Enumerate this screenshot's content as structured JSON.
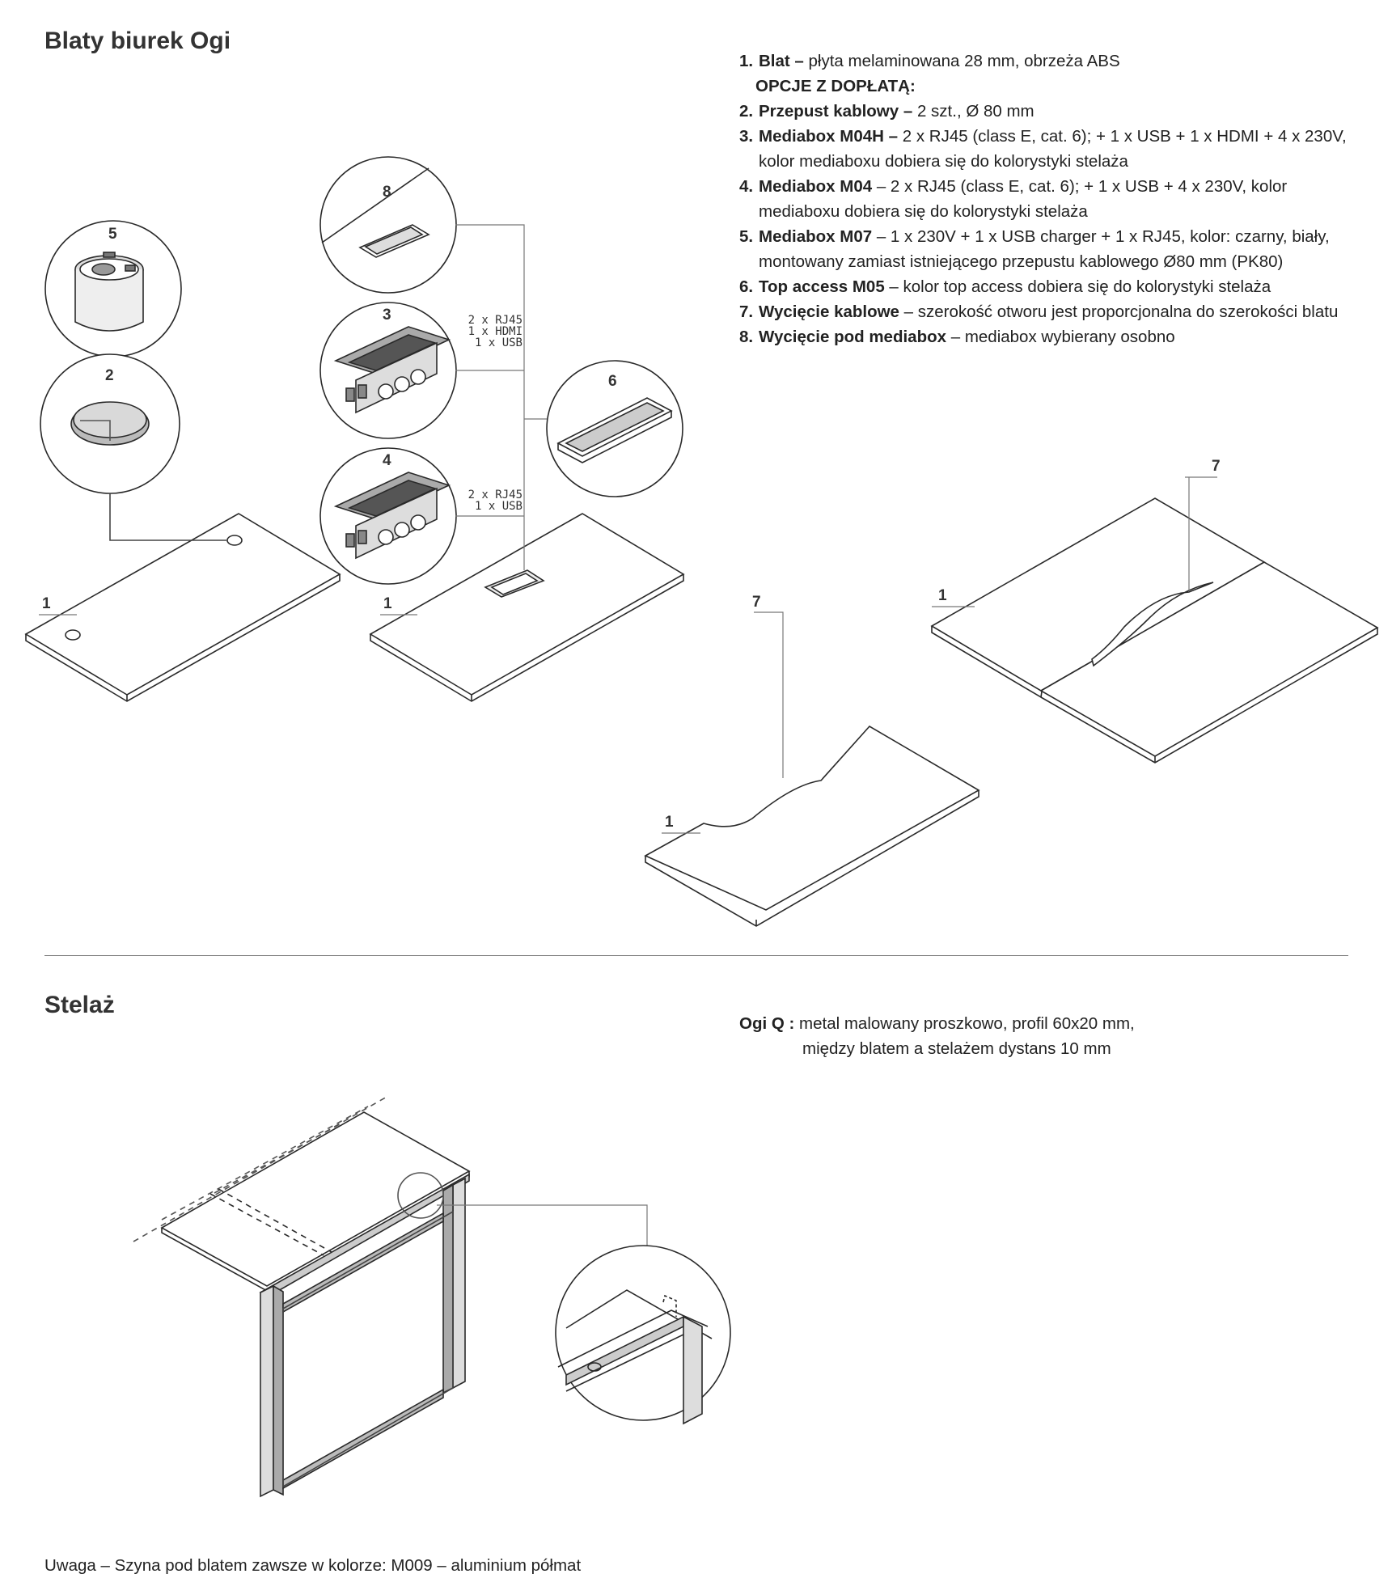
{
  "section1_title": "Blaty biurek Ogi",
  "specs": [
    {
      "num": "1.",
      "label": "Blat –",
      "text": " płyta melaminowana 28 mm, obrzeża ABS"
    },
    {
      "options": "OPCJE Z DOPŁATĄ:"
    },
    {
      "num": "2.",
      "label": "Przepust kablowy –",
      "text": " 2 szt., Ø 80 mm"
    },
    {
      "num": "3.",
      "label": "Mediabox M04H –",
      "text": " 2 x RJ45 (class E, cat. 6); + 1 x USB + 1 x HDMI + 4 x 230V, kolor mediaboxu dobiera się do kolorystyki stelaża"
    },
    {
      "num": "4.",
      "label": "Mediabox M04",
      "text": " – 2 x RJ45 (class E, cat. 6); + 1 x USB + 4 x 230V, kolor mediaboxu dobiera się do kolorystyki stelaża"
    },
    {
      "num": "5.",
      "label": "Mediabox M07",
      "text": " – 1 x 230V + 1 x USB charger + 1 x RJ45, kolor: czarny, biały, montowany zamiast istniejącego przepustu kablowego Ø80 mm (PK80)"
    },
    {
      "num": "6.",
      "label": "Top access M05",
      "text": " – kolor top access dobiera się do kolorystyki stelaża"
    },
    {
      "num": "7.",
      "label": "Wycięcie kablowe",
      "text": " – szerokość otworu jest proporcjonalna do szerokości blatu"
    },
    {
      "num": "8.",
      "label": "Wycięcie pod mediabox",
      "text": " – mediabox wybierany osobno"
    }
  ],
  "callouts": {
    "n1": "1",
    "n2": "2",
    "n3": "3",
    "n4": "4",
    "n5": "5",
    "n6": "6",
    "n7": "7",
    "n8": "8",
    "m04h_lines": [
      "2 x RJ45",
      "1 x HDMI",
      "1 x USB"
    ],
    "m04_lines": [
      "2 x RJ45",
      "1 x USB"
    ]
  },
  "section2_title": "Stelaż",
  "frame_spec": {
    "label": "Ogi Q :",
    "line1": " metal malowany proszkowo, profil 60x20 mm,",
    "line2": "między blatem a stelażem dystans 10 mm"
  },
  "note": "Uwaga – Szyna pod blatem zawsze w kolorze: M009 – aluminium półmat"
}
